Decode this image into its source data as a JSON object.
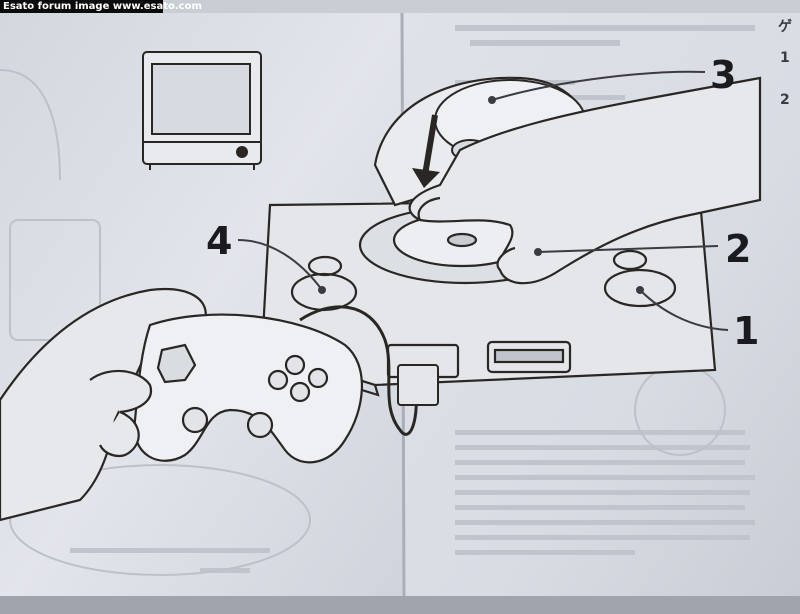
{
  "banner": {
    "text": "Esato forum image www.esato.com"
  },
  "callouts": [
    {
      "label": "3"
    },
    {
      "label": "4"
    },
    {
      "label": "2"
    },
    {
      "label": "1"
    }
  ],
  "edge_text": {
    "g": "ゲ",
    "n1": "1",
    "n2": "2"
  },
  "colors": {
    "paper": "#dde1e8",
    "paper_right": "#d7dbe2",
    "ink": "#2a2624",
    "faded_ink": "#b4b9c3"
  }
}
